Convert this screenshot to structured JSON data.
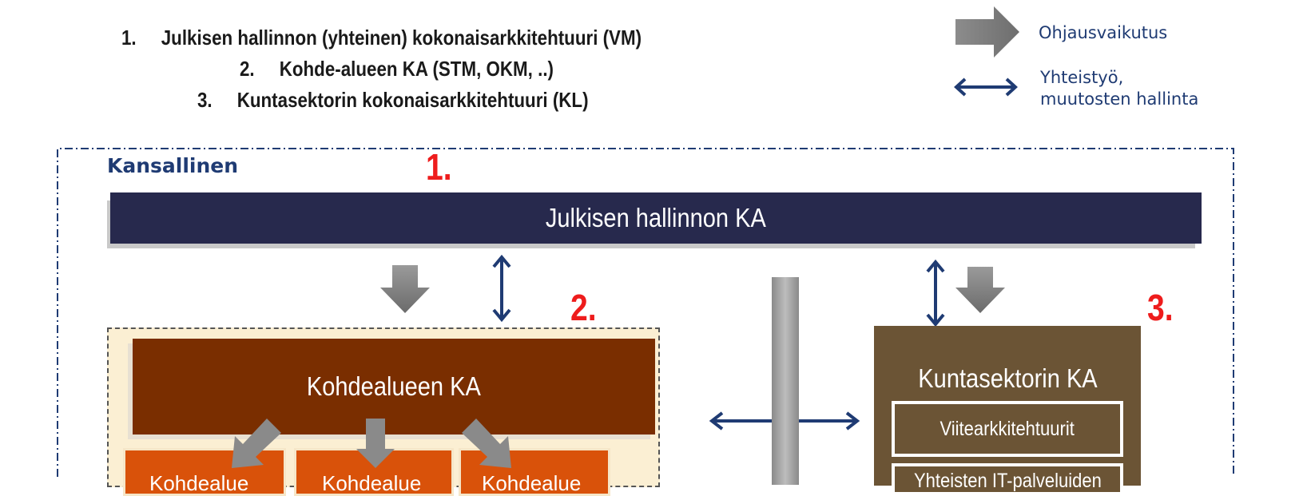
{
  "header_list": [
    {
      "number": "1.",
      "text": "Julkisen hallinnon (yhteinen) kokonaisarkkitehtuuri (VM)"
    },
    {
      "number": "2.",
      "text": "Kohde-alueen KA (STM, OKM, ..)"
    },
    {
      "number": "3.",
      "text": "Kuntasektorin kokonaisarkkitehtuuri (KL)"
    }
  ],
  "legend": {
    "steering_label": "Ohjausvaikutus",
    "cooperation_label_line1": "Yhteistyö,",
    "cooperation_label_line2": "muutosten hallinta"
  },
  "national": {
    "title": "Kansallinen",
    "marker_1": "1.",
    "marker_2": "2.",
    "marker_3": "3."
  },
  "public_admin_band": {
    "label": "Julkisen hallinnon KA"
  },
  "domain_box": {
    "label": "Kohdealueen KA",
    "sub_boxes": [
      "Kohdealue",
      "Kohdealue",
      "Kohdealue"
    ]
  },
  "municipal_box": {
    "title": "Kuntasektorin KA",
    "reference_label": "Viitearkkitehtuurit",
    "shared_services_label": "Yhteisten IT-palveluiden"
  },
  "colors": {
    "band": "#27294d",
    "domain": "#7a2e00",
    "domain_sub": "#d9520a",
    "municipal": "#6b5435",
    "accent_red": "#ee1c1c",
    "navy": "#1f3b73"
  }
}
